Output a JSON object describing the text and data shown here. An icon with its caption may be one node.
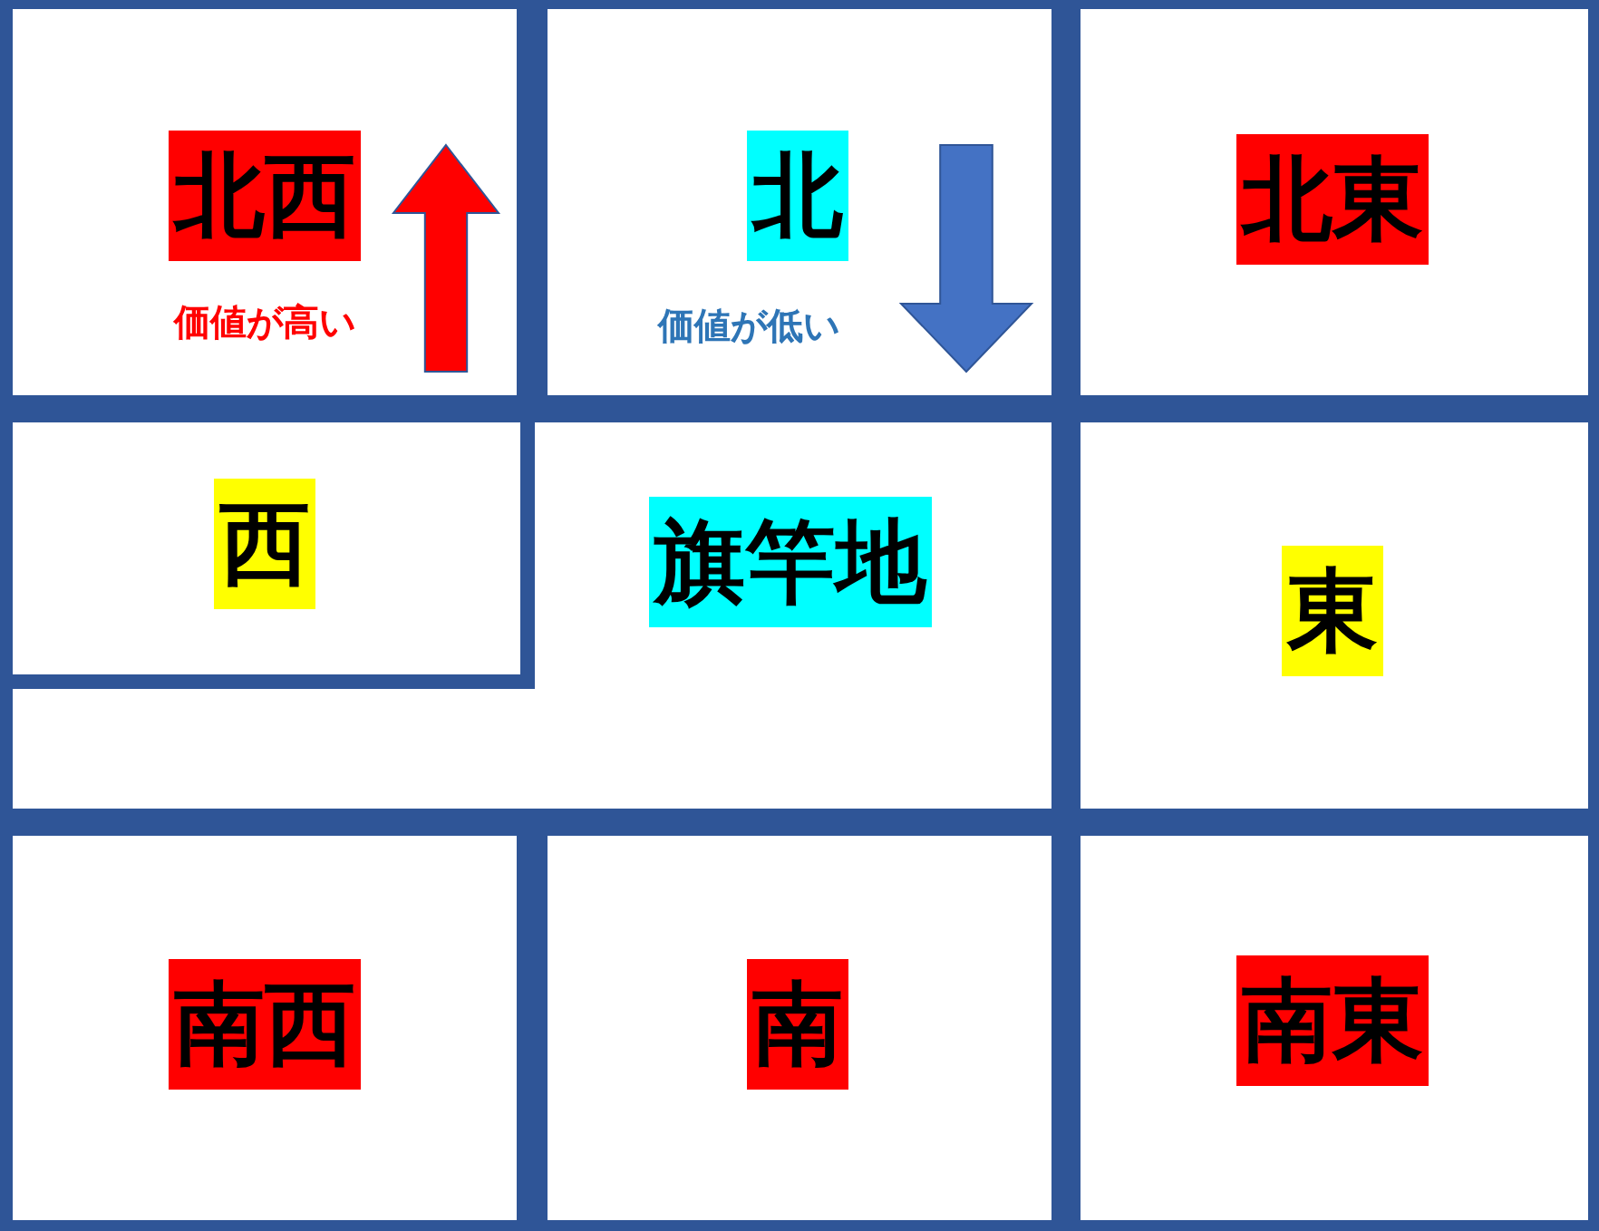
{
  "diagram": {
    "nodes": [
      {
        "text": [
          "北西",
          "価値が高い"
        ]
      },
      {
        "text": [
          "北",
          "価値が低い"
        ]
      },
      {
        "text": [
          "北東"
        ]
      },
      {
        "text": [
          "旗竿地"
        ]
      },
      {
        "text": [
          "西"
        ],
        "in": 3
      },
      {
        "text": [
          "東"
        ]
      },
      {
        "text": [
          "南西"
        ]
      },
      {
        "text": [
          "南"
        ]
      },
      {
        "text": [
          "南東"
        ]
      }
    ]
  }
}
